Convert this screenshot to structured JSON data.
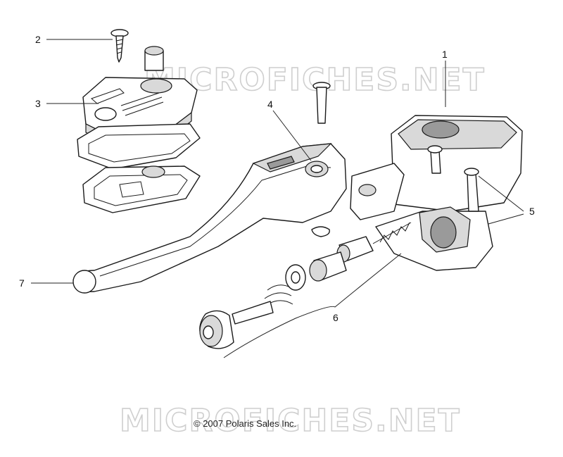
{
  "watermark": {
    "top": "MICROFICHES.NET",
    "bottom": "MICROFICHES.NET"
  },
  "copyright": "© 2007 Polaris Sales Inc.",
  "callouts": [
    {
      "id": "1",
      "label": "1"
    },
    {
      "id": "2",
      "label": "2"
    },
    {
      "id": "3",
      "label": "3"
    },
    {
      "id": "4",
      "label": "4"
    },
    {
      "id": "5",
      "label": "5"
    },
    {
      "id": "6",
      "label": "6"
    },
    {
      "id": "7",
      "label": "7"
    }
  ]
}
